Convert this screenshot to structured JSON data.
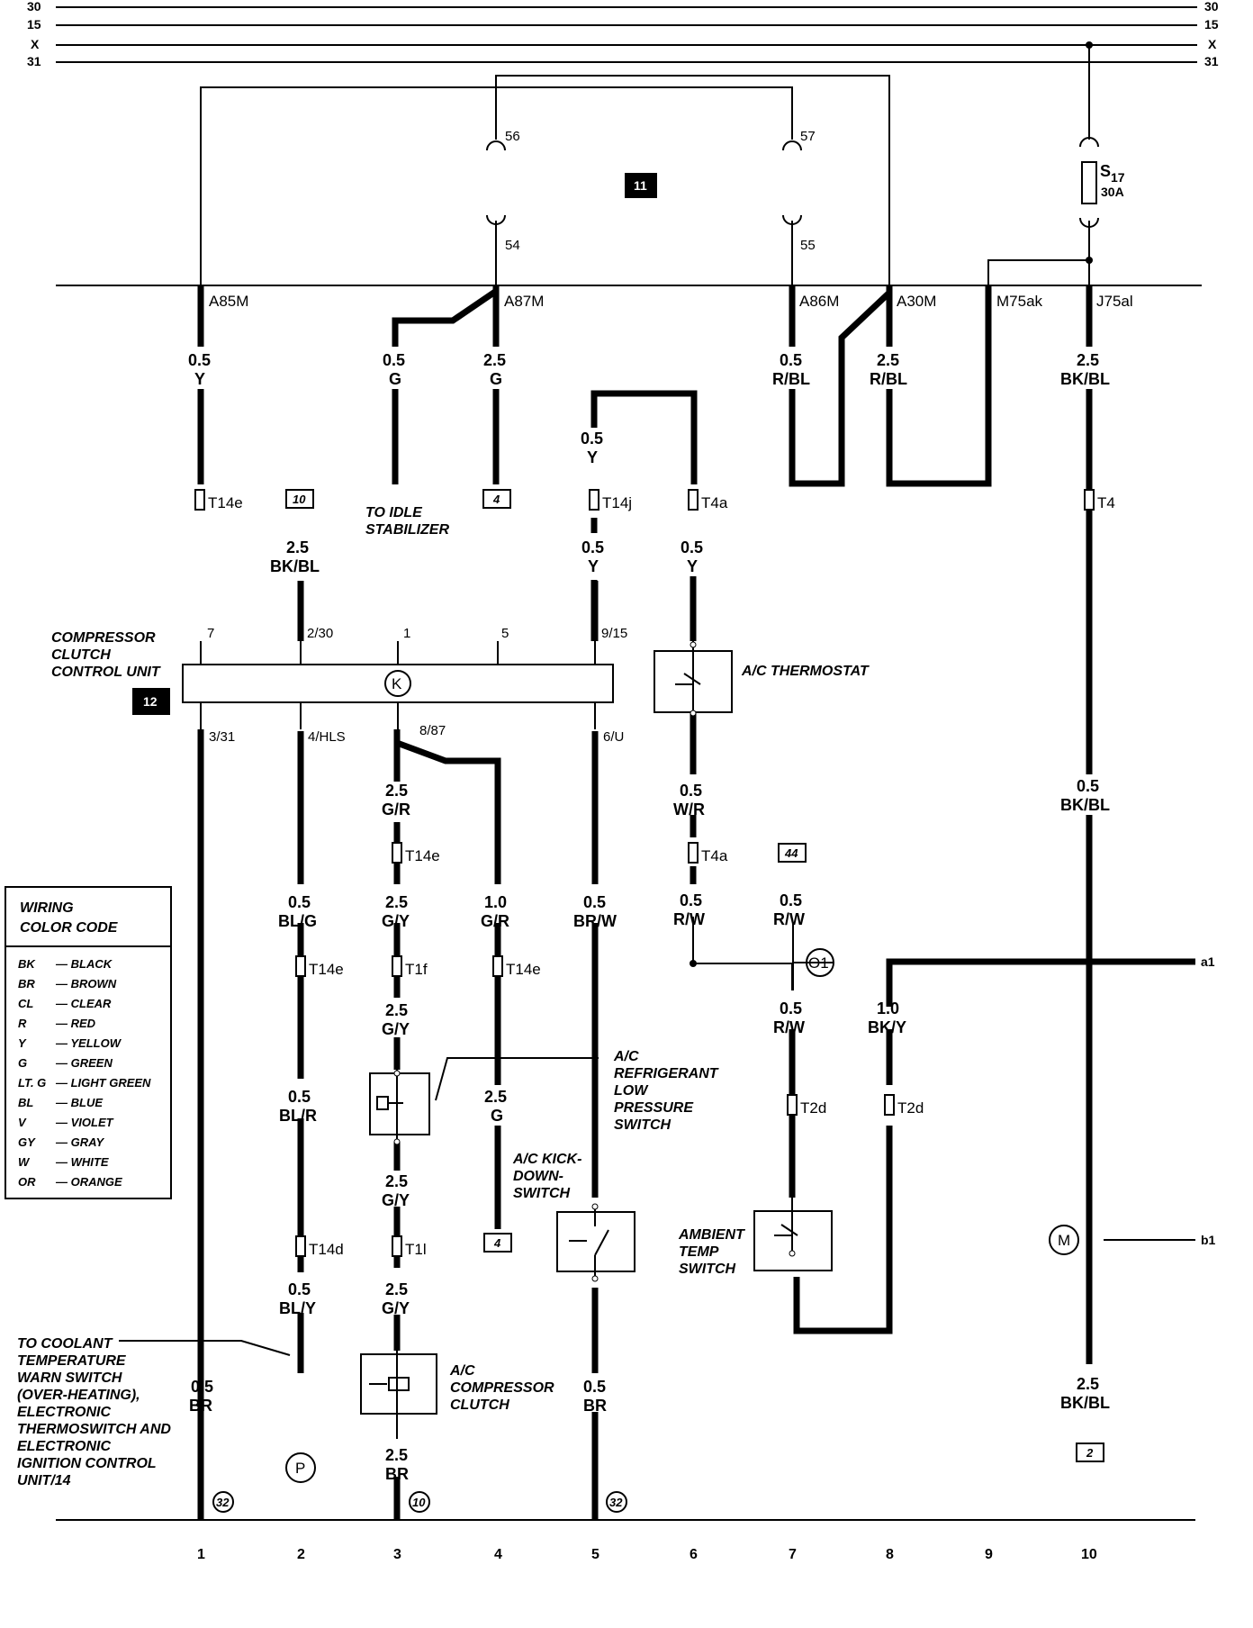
{
  "bus_labels": {
    "l30": "30",
    "l15": "15",
    "lx": "X",
    "l31": "31",
    "r30": "30",
    "r15": "15",
    "rx": "X",
    "r31": "31"
  },
  "relay": {
    "id": "11",
    "pins": {
      "p56": "56",
      "p57": "57",
      "p54": "54",
      "p55": "55"
    }
  },
  "fuse": {
    "name": "S",
    "sub": "17",
    "rating": "30A"
  },
  "terminals": {
    "a85": "A85M",
    "a87": "A87M",
    "a86": "A86M",
    "a30": "A30M",
    "m75": "M75ak",
    "j75": "J75al"
  },
  "wires": {
    "w1a": {
      "size": "0.5",
      "color": "Y"
    },
    "w3a": {
      "size": "0.5",
      "color": "G"
    },
    "w4a": {
      "size": "2.5",
      "color": "G"
    },
    "w5a": {
      "size": "0.5",
      "color": "Y"
    },
    "w7a": {
      "size": "0.5",
      "color": "R/BL"
    },
    "w8a": {
      "size": "2.5",
      "color": "R/BL"
    },
    "w10a": {
      "size": "2.5",
      "color": "BK/BL"
    },
    "w2a": {
      "size": "2.5",
      "color": "BK/BL"
    },
    "w5b": {
      "size": "0.5",
      "color": "Y"
    },
    "w6a": {
      "size": "0.5",
      "color": "Y"
    },
    "w3b": {
      "size": "2.5",
      "color": "G/R"
    },
    "w6b": {
      "size": "0.5",
      "color": "W/R"
    },
    "w10b": {
      "size": "0.5",
      "color": "BK/BL"
    },
    "w2b": {
      "size": "0.5",
      "color": "BL/G"
    },
    "w3c": {
      "size": "2.5",
      "color": "G/Y"
    },
    "w4b": {
      "size": "1.0",
      "color": "G/R"
    },
    "w5c": {
      "size": "0.5",
      "color": "BR/W"
    },
    "w6c": {
      "size": "0.5",
      "color": "R/W"
    },
    "w7b": {
      "size": "0.5",
      "color": "R/W"
    },
    "w7c": {
      "size": "0.5",
      "color": "R/W"
    },
    "w8b": {
      "size": "1.0",
      "color": "BK/Y"
    },
    "w3d": {
      "size": "2.5",
      "color": "G/Y"
    },
    "w2c": {
      "size": "0.5",
      "color": "BL/R"
    },
    "w4c": {
      "size": "2.5",
      "color": "G"
    },
    "w3e": {
      "size": "2.5",
      "color": "G/Y"
    },
    "w2d": {
      "size": "0.5",
      "color": "BL/Y"
    },
    "w3f": {
      "size": "2.5",
      "color": "G/Y"
    },
    "w1b": {
      "size": "0.5",
      "color": "BR"
    },
    "w5d": {
      "size": "0.5",
      "color": "BR"
    },
    "w10c": {
      "size": "2.5",
      "color": "BK/BL"
    },
    "w3g": {
      "size": "2.5",
      "color": "BR"
    }
  },
  "connectors": {
    "c1": "T14e",
    "c5": "T14j",
    "c6": "T4a",
    "c10": "T4",
    "c3": "T14e",
    "c6b": "T4a",
    "c2": "T14e",
    "c3b": "T1f",
    "c4": "T14e",
    "c7": "T2d",
    "c8": "T2d",
    "c2b": "T14d",
    "c3c": "T1l"
  },
  "refs": {
    "r10": "10",
    "r4a": "4",
    "r44": "44",
    "r4b": "4",
    "r2": "2"
  },
  "grounds": {
    "g1": "32",
    "g3": "10",
    "g5": "32"
  },
  "symbols": {
    "o1": "O1",
    "m": "M",
    "p": "P",
    "k": "K"
  },
  "outputs": {
    "a1": "a1",
    "b1": "b1"
  },
  "control_unit": {
    "id": "12",
    "label": [
      "COMPRESSOR",
      "CLUTCH",
      "CONTROL UNIT"
    ],
    "pins_top": [
      "7",
      "2/30",
      "1",
      "5",
      "9/15"
    ],
    "pins_bottom": [
      "3/31",
      "4/HLS",
      "8/87",
      "6/U"
    ]
  },
  "components": {
    "idle": [
      "TO IDLE",
      "STABILIZER"
    ],
    "thermostat": "A/C THERMOSTAT",
    "lowpress": [
      "A/C",
      "REFRIGERANT",
      "LOW",
      "PRESSURE",
      "SWITCH"
    ],
    "kickdown": [
      "A/C KICK-",
      "DOWN-",
      "SWITCH"
    ],
    "ambient": [
      "AMBIENT",
      "TEMP",
      "SWITCH"
    ],
    "clutch": [
      "A/C",
      "COMPRESSOR",
      "CLUTCH"
    ],
    "coolant": [
      "TO COOLANT",
      "TEMPERATURE",
      "WARN SWITCH",
      "(OVER-HEATING),",
      "ELECTRONIC",
      "THERMOSWITCH AND",
      "ELECTRONIC",
      "IGNITION CONTROL",
      "UNIT/14"
    ]
  },
  "legend": {
    "title": [
      "WIRING",
      "COLOR CODE"
    ],
    "entries": [
      {
        "code": "BK",
        "name": "— BLACK"
      },
      {
        "code": "BR",
        "name": "— BROWN"
      },
      {
        "code": "CL",
        "name": "— CLEAR"
      },
      {
        "code": "R",
        "name": "— RED"
      },
      {
        "code": "Y",
        "name": "— YELLOW"
      },
      {
        "code": "G",
        "name": "— GREEN"
      },
      {
        "code": "LT. G",
        "name": "— LIGHT GREEN"
      },
      {
        "code": "BL",
        "name": "— BLUE"
      },
      {
        "code": "V",
        "name": "— VIOLET"
      },
      {
        "code": "GY",
        "name": "— GRAY"
      },
      {
        "code": "W",
        "name": "— WHITE"
      },
      {
        "code": "OR",
        "name": "— ORANGE"
      }
    ]
  },
  "columns": [
    "1",
    "2",
    "3",
    "4",
    "5",
    "6",
    "7",
    "8",
    "9",
    "10"
  ]
}
